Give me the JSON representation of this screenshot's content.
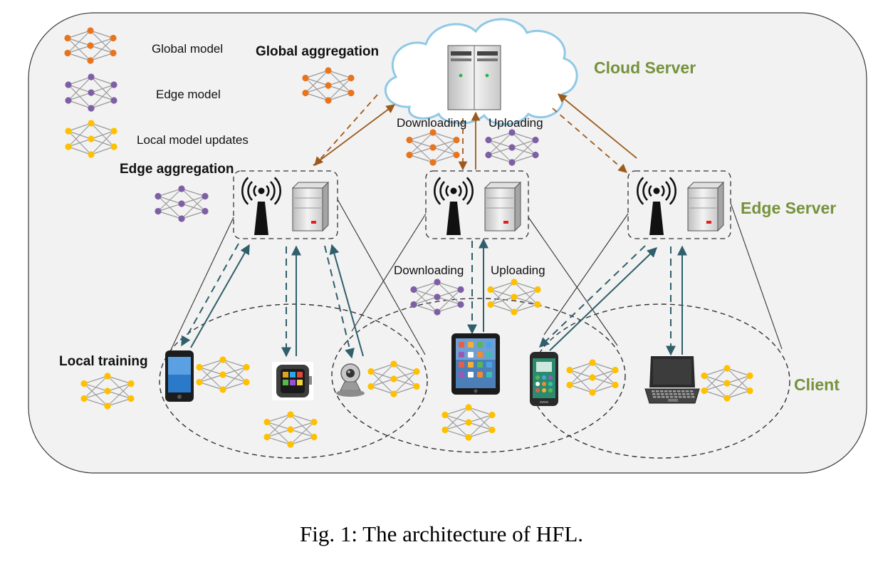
{
  "legend": {
    "global_model": "Global model",
    "edge_model": "Edge model",
    "local_updates": "Local model updates"
  },
  "labels": {
    "global_aggregation": "Global aggregation",
    "cloud_server": "Cloud Server",
    "downloading_top": "Downloading",
    "uploading_top": "Uploading",
    "edge_aggregation": "Edge aggregation",
    "edge_server": "Edge Server",
    "downloading_mid": "Downloading",
    "uploading_mid": "Uploading",
    "local_training": "Local training",
    "client": "Client"
  },
  "caption": "Fig. 1: The architecture of HFL.",
  "colors": {
    "global_node": "#e8741e",
    "edge_node": "#7e5fa6",
    "local_node": "#ffc000",
    "cloud_arrow": "#9c5a1c",
    "client_arrow": "#2f5f6b",
    "accent_green": "#76923c",
    "panel_bg": "#f2f2f2",
    "cloud_stroke": "#8fc9e6"
  },
  "icons": {
    "cloud": "cloud-icon",
    "server": "server-icon",
    "antenna": "antenna-icon",
    "smartphone": "smartphone-icon",
    "smartwatch": "smartwatch-icon",
    "webcam": "webcam-icon",
    "tablet": "tablet-icon",
    "android_phone": "android-phone-icon",
    "laptop": "laptop-icon"
  }
}
